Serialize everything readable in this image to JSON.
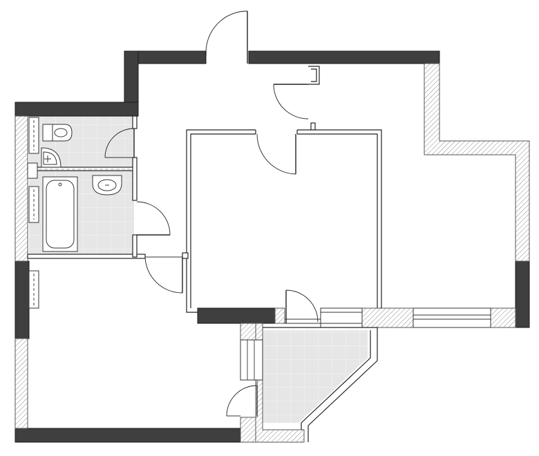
{
  "plan": {
    "colors": {
      "wall_dark": "#3f3f3f",
      "hatch": "#8a8a8a",
      "tile_fill": "#e6e6e6",
      "tile_grid": "#f5f5f5",
      "line": "#222222"
    },
    "rooms": [
      {
        "id": "toilet",
        "floor": "tiled"
      },
      {
        "id": "bathroom",
        "floor": "tiled"
      },
      {
        "id": "hall",
        "floor": "plain"
      },
      {
        "id": "living-room",
        "floor": "plain"
      },
      {
        "id": "bedroom",
        "floor": "plain"
      },
      {
        "id": "kitchen",
        "floor": "plain"
      },
      {
        "id": "balcony",
        "floor": "tiled"
      }
    ],
    "fixtures": [
      "toilet-icon",
      "corner-sink-icon",
      "washbasin-icon",
      "bathtub-icon"
    ],
    "doors": 7,
    "windows": 3
  }
}
